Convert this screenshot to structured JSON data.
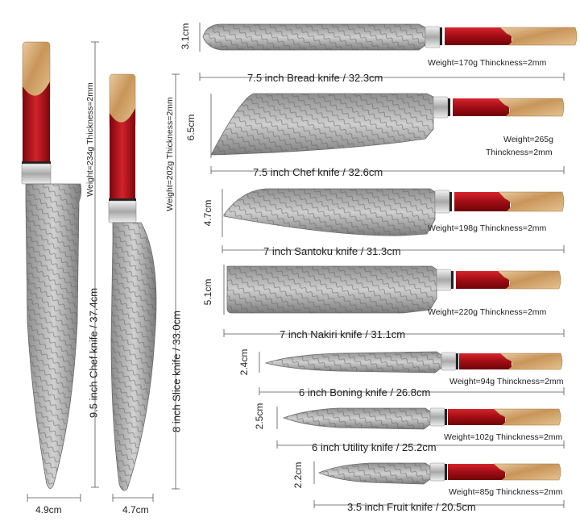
{
  "colors": {
    "steel_light": "#c9c9c9",
    "steel_mid": "#9a9a9a",
    "steel_dark": "#6e6e6e",
    "resin_red": "#b3121b",
    "resin_dark": "#6e0509",
    "wood_light": "#e2c08d",
    "wood_dark": "#b38143",
    "bolster": "#d8d8d8",
    "line": "#555555"
  },
  "vertical_knives": [
    {
      "name": "9.5 inch Chef knife / 37.4cm",
      "spec": "Weight=234g  Thickness=2mm",
      "width_label": "4.9cm",
      "icon": "chef-knife-icon"
    },
    {
      "name": "8 inch Slice knife / 33.0cm",
      "spec": "Weight=202g  Thickness=2mm",
      "width_label": "4.7cm",
      "icon": "slice-knife-icon"
    }
  ],
  "horizontal_knives": [
    {
      "name": "7.5 inch Bread knife / 32.3cm",
      "height_label": "3.1cm",
      "spec": "Weight=170g  Thinckness=2mm",
      "icon": "bread-knife-icon"
    },
    {
      "name": "7.5 inch Chef knife / 32.6cm",
      "height_label": "6.5cm",
      "spec_weight": "Weight=265g",
      "spec_thickness": "Thinckness=2mm",
      "icon": "cleaver-chef-knife-icon"
    },
    {
      "name": "7 inch Santoku knife / 31.3cm",
      "height_label": "4.7cm",
      "spec": "Weight=198g  Thinckness=2mm",
      "icon": "santoku-knife-icon"
    },
    {
      "name": "7 inch Nakiri knife / 31.1cm",
      "height_label": "5.1cm",
      "spec": "Weight=220g  Thinckness=2mm",
      "icon": "nakiri-knife-icon"
    },
    {
      "name": "6 inch Boning knife / 26.8cm",
      "height_label": "2.4cm",
      "spec": "Weight=94g  Thinckness=2mm",
      "icon": "boning-knife-icon"
    },
    {
      "name": "6 inch Utility knife / 25.2cm",
      "height_label": "2.5cm",
      "spec": "Weight=102g  Thinckness=2mm",
      "icon": "utility-knife-icon"
    },
    {
      "name": "3.5 inch Fruit knife / 20.5cm",
      "height_label": "2.2cm",
      "spec": "Weight=85g  Thinckness=2mm",
      "icon": "fruit-knife-icon"
    }
  ]
}
